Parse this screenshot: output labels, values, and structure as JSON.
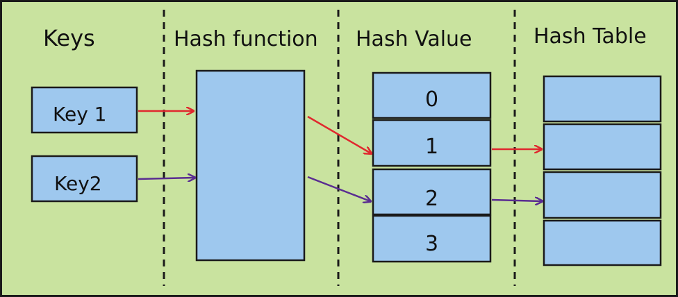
{
  "columns": {
    "keys": "Keys",
    "hash_function": "Hash function",
    "hash_value": "Hash Value",
    "hash_table": "Hash Table"
  },
  "keys": [
    "Key 1",
    "Key2"
  ],
  "hash_values": [
    "0",
    "1",
    "2",
    "3"
  ],
  "hash_table_slots": 4,
  "colors": {
    "background": "#c9e39f",
    "box_fill": "#9ec8ee",
    "outline": "#1a1a1a",
    "arrow_key1": "#e0282e",
    "arrow_key2": "#5a2d91"
  }
}
